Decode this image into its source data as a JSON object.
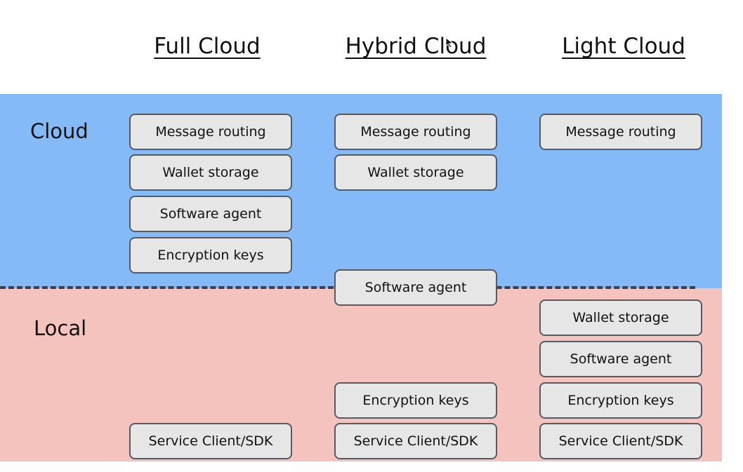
{
  "headers": {
    "full": "Full Cloud",
    "hybrid": "Hybrid Cloud",
    "light": "Light Cloud"
  },
  "rows": {
    "cloud": "Cloud",
    "local": "Local"
  },
  "full_cloud": {
    "cloud": [
      "Message routing",
      "Wallet storage",
      "Software agent",
      "Encryption keys"
    ],
    "local": [
      "Service Client/SDK"
    ]
  },
  "hybrid_cloud": {
    "cloud": [
      "Message routing",
      "Wallet storage"
    ],
    "boundary": [
      "Software agent"
    ],
    "local": [
      "Encryption keys",
      "Service Client/SDK"
    ]
  },
  "light_cloud": {
    "cloud": [
      "Message routing"
    ],
    "local": [
      "Wallet storage",
      "Software agent",
      "Encryption keys",
      "Service Client/SDK"
    ]
  },
  "colors": {
    "cloud_band": "#85baf8",
    "local_band": "#f4c3bd",
    "box_fill": "#e6e6e6",
    "box_border": "#555a63"
  }
}
